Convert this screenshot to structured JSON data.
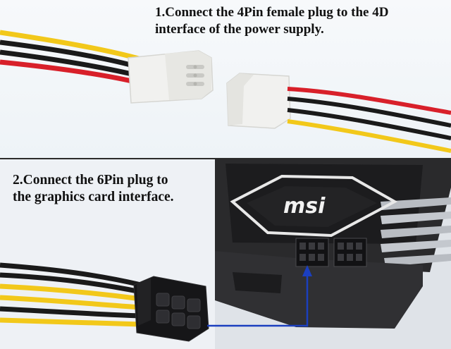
{
  "step1": {
    "caption_line1": "1.Connect the 4Pin female plug to the 4D",
    "caption_line2": "interface of the power supply."
  },
  "step2": {
    "caption_line1": "2.Connect the 6Pin plug to",
    "caption_line2": "the graphics card interface."
  },
  "card_logo_text": "msi",
  "colors": {
    "wire_yellow": "#f2c81a",
    "wire_red": "#d8202a",
    "wire_black": "#1a1a1a",
    "molex_white": "#f1f1ef",
    "arrow_blue": "#1b3fbf",
    "divider": "#2b2b2b"
  }
}
